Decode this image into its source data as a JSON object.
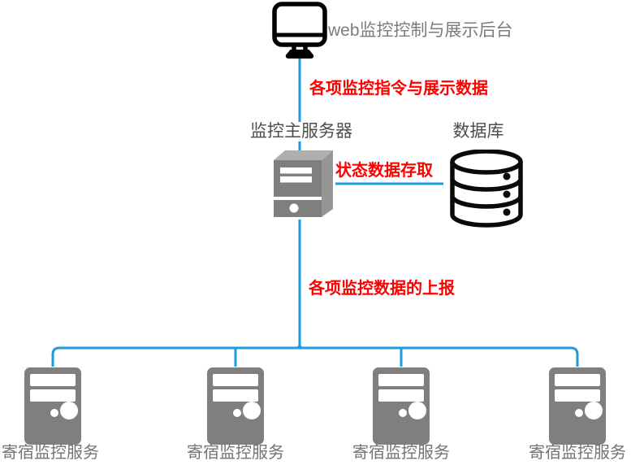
{
  "diagram": {
    "type": "architecture-diagram",
    "colors": {
      "connector_blue": "#1E9BD8",
      "annotation_red": "#FF0000",
      "outline_icon_black": "#000000",
      "server_gray": "#7F7F7F",
      "node_label_gray": "#4D4D4D",
      "secondary_label_gray": "#737373"
    },
    "nodes": {
      "web_backend": {
        "label": "web监控控制与展示后台",
        "icon": "monitor-icon"
      },
      "main_server": {
        "label": "监控主服务器",
        "icon": "server-tower-3d-icon"
      },
      "database": {
        "label": "数据库",
        "icon": "database-cylinder-icon"
      },
      "hosts": [
        {
          "label": "寄宿监控服务",
          "icon": "server-tower-icon"
        },
        {
          "label": "寄宿监控服务",
          "icon": "server-tower-icon"
        },
        {
          "label": "寄宿监控服务",
          "icon": "server-tower-icon"
        },
        {
          "label": "寄宿监控服务",
          "icon": "server-tower-icon"
        }
      ]
    },
    "edges": {
      "commands": {
        "label": "各项监控指令与展示数据",
        "from": "web_backend",
        "to": "main_server"
      },
      "status": {
        "label": "状态数据存取",
        "from": "main_server",
        "to": "database"
      },
      "report": {
        "label": "各项监控数据的上报",
        "from": "hosts",
        "to": "main_server"
      }
    }
  }
}
